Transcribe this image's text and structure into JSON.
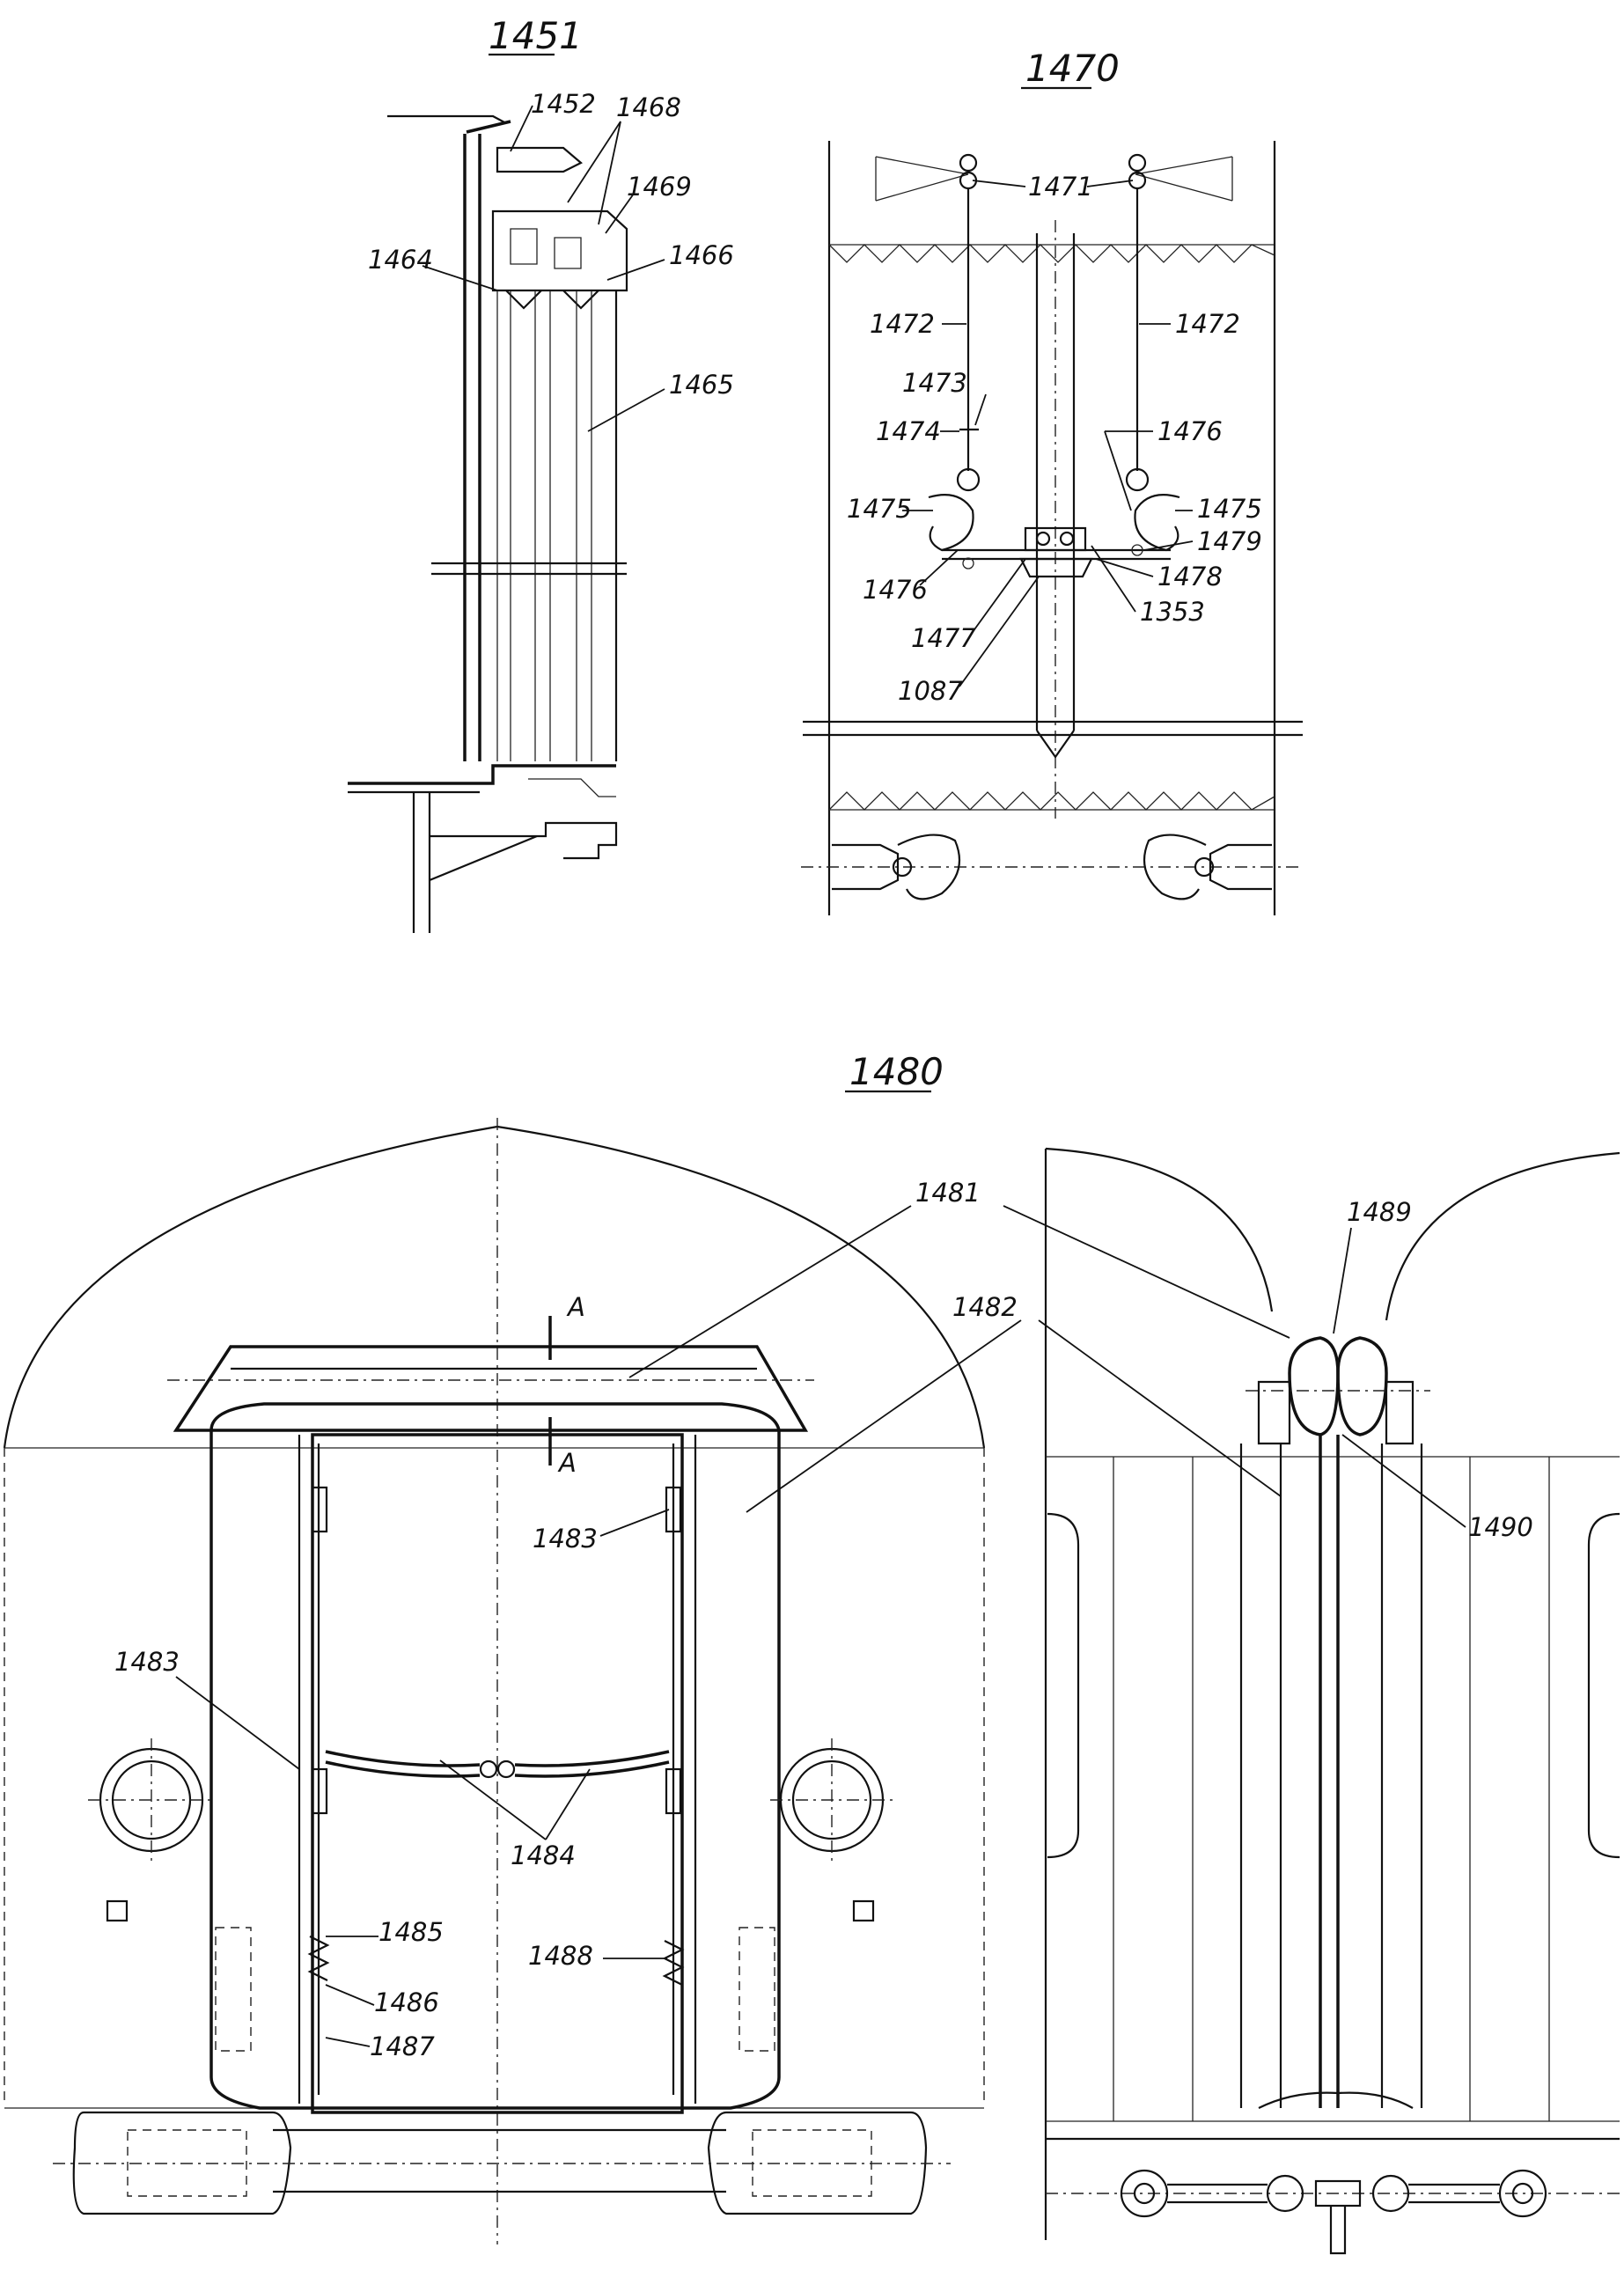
{
  "figures": {
    "fig_a": {
      "title": "1451"
    },
    "fig_b": {
      "title": "1470"
    },
    "fig_c": {
      "title": "1480"
    }
  },
  "labels": {
    "fig_a": [
      "1452",
      "1468",
      "1469",
      "1464",
      "1466",
      "1465"
    ],
    "fig_b": [
      "1471",
      "1472",
      "1472",
      "1473",
      "1474",
      "1476",
      "1475",
      "1475",
      "1479",
      "1476",
      "1478",
      "1477",
      "1353",
      "1087"
    ],
    "fig_c": [
      "1481",
      "1482",
      "1489",
      "1490",
      "1483",
      "1483",
      "1484",
      "1485",
      "1486",
      "1487",
      "1488"
    ],
    "section": [
      "A",
      "A"
    ]
  }
}
